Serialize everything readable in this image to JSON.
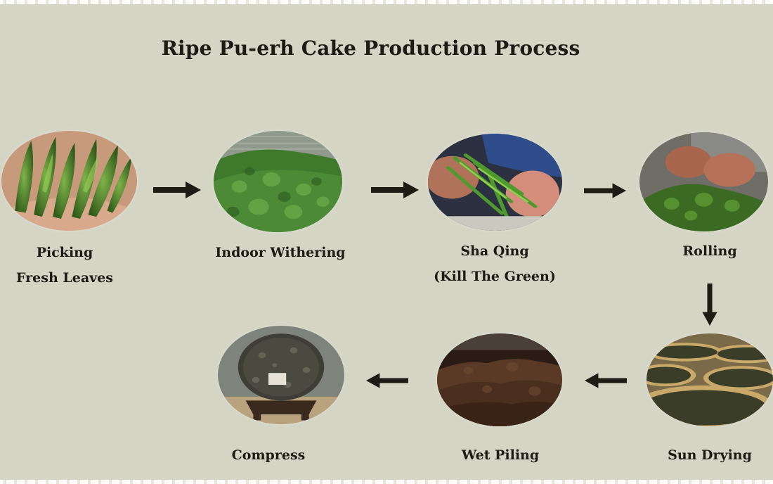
{
  "title": "Ripe Pu-erh Cake Production Process",
  "steps": [
    {
      "line1": "Picking",
      "line2": "Fresh Leaves",
      "icon": "fresh-tea-leaves-photo"
    },
    {
      "line1": "Indoor Withering",
      "icon": "withering-leaves-photo"
    },
    {
      "line1": "Sha Qing",
      "line2": "(Kill The Green)",
      "icon": "hands-kill-green-photo"
    },
    {
      "line1": "Rolling",
      "icon": "hands-rolling-leaves-photo"
    },
    {
      "line1": "Sun Drying",
      "icon": "drying-baskets-photo"
    },
    {
      "line1": "Wet Piling",
      "icon": "wet-pile-photo"
    },
    {
      "line1": "Compress",
      "icon": "tea-cake-photo"
    }
  ],
  "colors": {
    "background": "#d4d5c5",
    "arrow": "#1e1a14",
    "text": "#1e1a14"
  }
}
